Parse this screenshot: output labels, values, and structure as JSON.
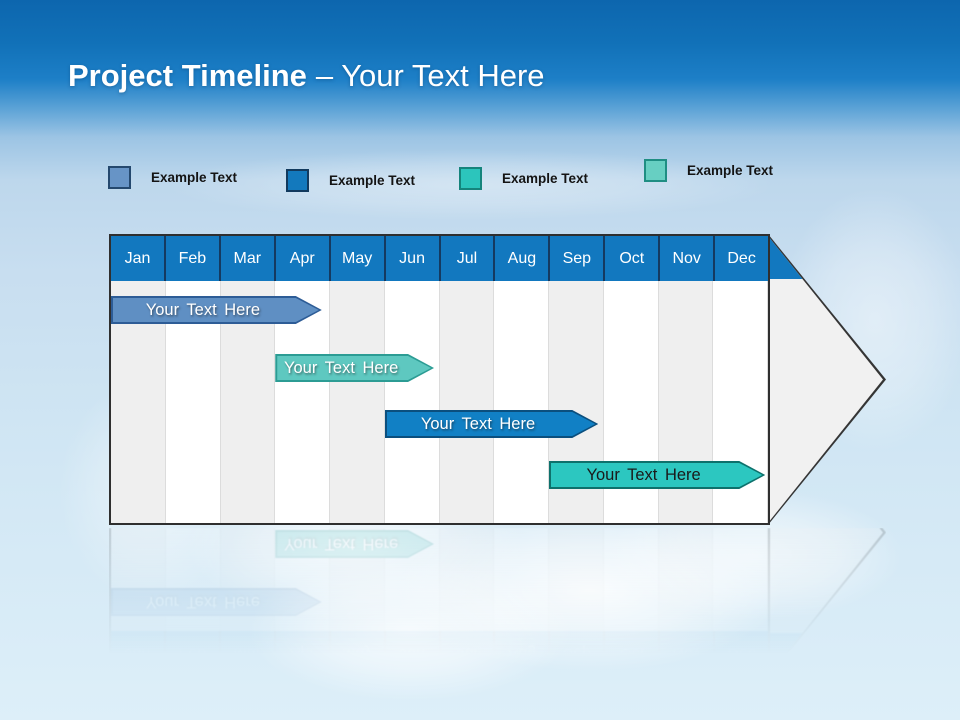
{
  "title": {
    "bold": "Project Timeline",
    "rest": "– Your Text Here"
  },
  "legend": {
    "items": [
      {
        "label": "Example Text",
        "fill": "#6794c6",
        "border": "#24486e"
      },
      {
        "label": "Example Text",
        "fill": "#1379bd",
        "border": "#123a5e"
      },
      {
        "label": "Example Text",
        "fill": "#2cc5bc",
        "border": "#15847c"
      },
      {
        "label": "Example Text",
        "fill": "#67cfc2",
        "border": "#1f8e83"
      }
    ]
  },
  "chart_data": {
    "type": "gantt-timeline",
    "title": "Project Timeline – Your Text Here",
    "months": [
      "Jan",
      "Feb",
      "Mar",
      "Apr",
      "May",
      "Jun",
      "Jul",
      "Aug",
      "Sep",
      "Oct",
      "Nov",
      "Dec"
    ],
    "header_color": "#1278bf",
    "stripe_colors": [
      "#efefef",
      "#ffffff"
    ],
    "bars": [
      {
        "label": "Your Text Here",
        "start_month": 0.0,
        "end_month": 3.85,
        "row": 0,
        "fill": "#5f8fc3",
        "border": "#2d5c96",
        "text_color": "#ffffff"
      },
      {
        "label": "Your Text Here",
        "start_month": 3.0,
        "end_month": 5.9,
        "row": 1,
        "fill": "#5ec8c0",
        "border": "#2c9c94",
        "text_color": "#ffffff"
      },
      {
        "label": "Your Text Here",
        "start_month": 5.0,
        "end_month": 8.9,
        "row": 2,
        "fill": "#1180c5",
        "border": "#0b4f7e",
        "text_color": "#ffffff"
      },
      {
        "label": "Your Text Here",
        "start_month": 8.0,
        "end_month": 11.95,
        "row": 3,
        "fill": "#2cc7c0",
        "border": "#0e716c",
        "text_color": "#1a1a1a"
      }
    ]
  }
}
